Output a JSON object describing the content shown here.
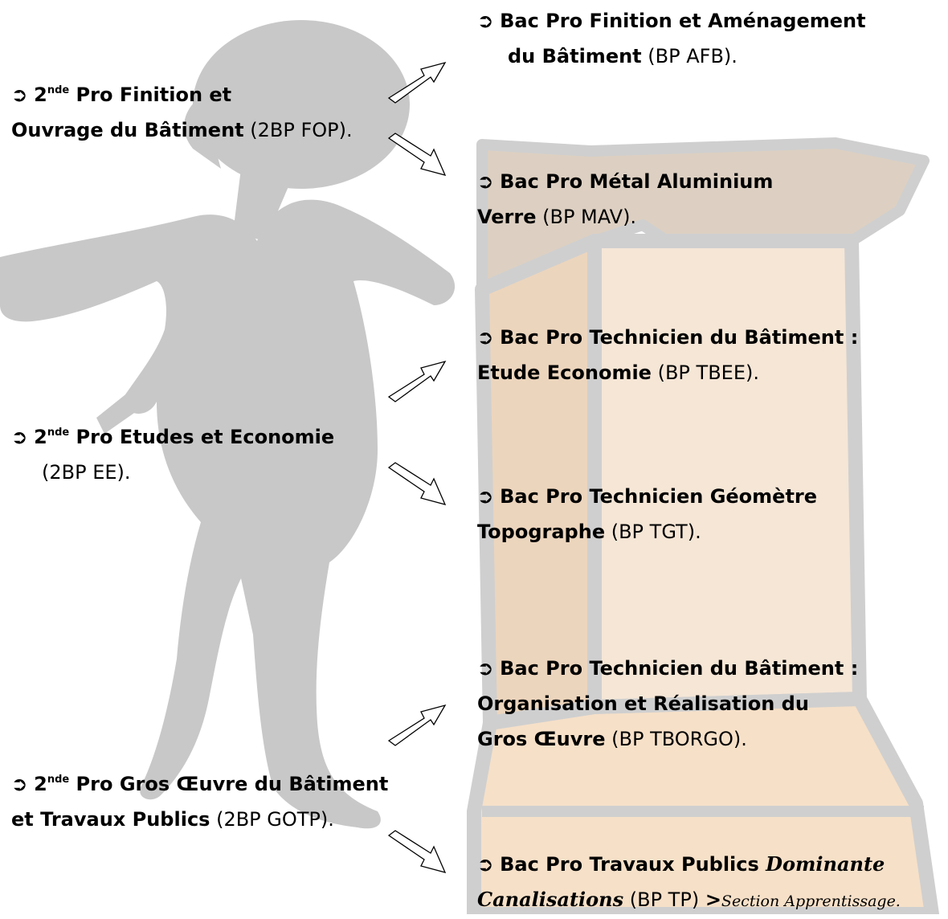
{
  "left_items": [
    {
      "arrow": "➲",
      "level": "2",
      "sup": "nde",
      "title": " Pro Finition et",
      "title2": "Ouvrage du Bâtiment",
      "code": " (2BP FOP)."
    },
    {
      "arrow": "➲",
      "level": "2",
      "sup": "nde",
      "title": " Pro Etudes et Economie",
      "code": "(2BP EE)."
    },
    {
      "arrow": "➲",
      "level": "2",
      "sup": "nde",
      "title": " Pro Gros Œuvre du Bâtiment",
      "title2": "et Travaux Publics",
      "code": " (2BP GOTP)."
    }
  ],
  "right_items": [
    {
      "arrow": "➲",
      "title": "Bac Pro Finition et Aménagement",
      "title2": "du Bâtiment",
      "code": " (BP AFB)."
    },
    {
      "arrow": "➲",
      "title": "Bac Pro Métal Aluminium",
      "title2": "Verre",
      "code": " (BP MAV)."
    },
    {
      "arrow": "➲",
      "title": "Bac Pro Technicien du Bâtiment :",
      "title2": "Etude Economie",
      "code": " (BP TBEE)."
    },
    {
      "arrow": "➲",
      "title": "Bac Pro Technicien Géomètre",
      "title2": "Topographe",
      "code": " (BP TGT)."
    },
    {
      "arrow": "➲",
      "title": "Bac Pro Technicien du Bâtiment :",
      "title2": "Organisation et Réalisation du",
      "title3": "Gros Œuvre",
      "code": " (BP TBORGO)."
    },
    {
      "arrow": "➲",
      "title": "Bac Pro Travaux Publics ",
      "title_italic": "Dominante",
      "title2_italic": "Canalisations",
      "code": " (BP TP) ",
      "note_mark": ">",
      "note": "Section Apprentissage."
    }
  ],
  "colors": {
    "figure": "#c9c9c9",
    "podium_fill": "#f7e4d2",
    "podium_outline": "#cfcfcf"
  }
}
